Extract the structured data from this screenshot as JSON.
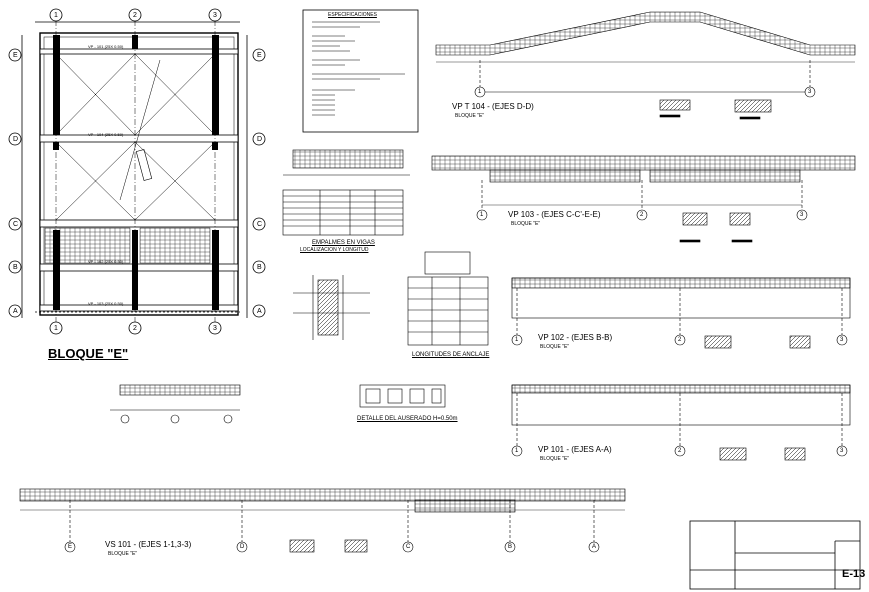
{
  "plan": {
    "block_title": "BLOQUE \"E\"",
    "axes_h": [
      "1",
      "2",
      "3"
    ],
    "axes_v": [
      "E",
      "D",
      "C",
      "B",
      "A"
    ],
    "beam_tags": [
      "VP - 101 (25X 0.50)",
      "VP - 104 (25X 0.50)",
      "VP - 102 (25X 0.50)",
      "VP - 103 (25X 0.50)"
    ]
  },
  "labels": {
    "vpt104": "VP T 104 - (EJES D-D)",
    "vp103": "VP 103 - (EJES C-C'-E-E)",
    "vp102": "VP 102 - (EJES B-B)",
    "vp101": "VP 101 - (EJES A-A)",
    "vs101": "VS 101 - (EJES 1-1,3-3)",
    "bloque_e": "BLOQUE \"E\"",
    "empalmes": "EMPALMES EN VIGAS",
    "empalmes_sub": "LOCALIZACION Y LONGITUD",
    "longitudes": "LONGITUDES DE ANCLAJE",
    "detalle": "DETALLE DEL AUSERADO H=0.50m",
    "especificaciones": "ESPECIFICACIONES",
    "sheet_code": "E-13"
  },
  "axis_marks": {
    "vpt104": [
      "1",
      "3"
    ],
    "vp103": [
      "1",
      "2",
      "3"
    ],
    "vp102": [
      "1",
      "2",
      "3"
    ],
    "vp101": [
      "1",
      "2",
      "3"
    ],
    "vs101": [
      "E",
      "D",
      "C",
      "B",
      "A"
    ]
  },
  "colors": {
    "line": "#000000",
    "hatch": "#000000",
    "background": "#ffffff"
  }
}
